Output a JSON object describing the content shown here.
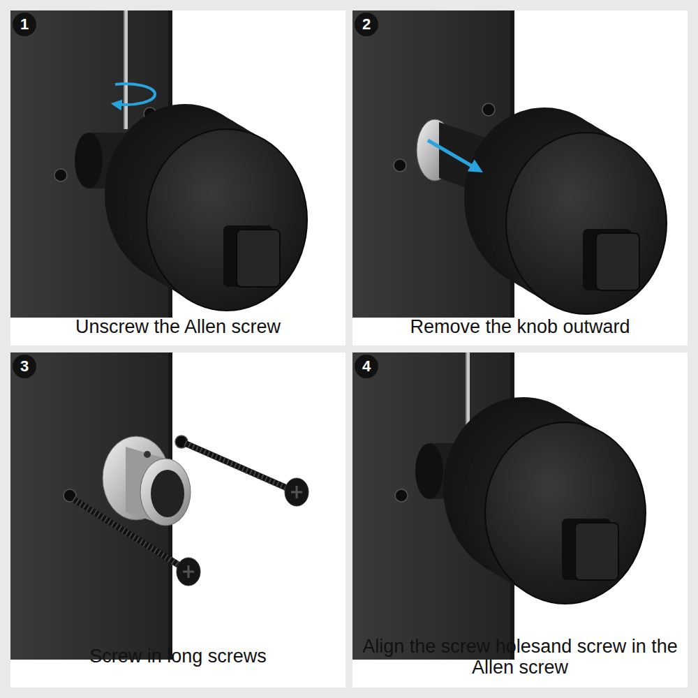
{
  "diagram": {
    "nodes": [
      {
        "text": [
          "Unscrew the Allen screw"
        ]
      },
      {
        "text": [
          "1"
        ],
        "in": 0
      },
      {
        "text": [
          "Remove the knob outward"
        ]
      },
      {
        "text": [
          "2"
        ],
        "in": 2
      },
      {
        "text": [
          "Screw in long screws"
        ]
      },
      {
        "text": [
          "3"
        ],
        "in": 4
      },
      {
        "text": [
          "Align the screw holesand screw in the Allen screw"
        ]
      },
      {
        "text": [
          "4"
        ],
        "in": 6
      }
    ]
  }
}
